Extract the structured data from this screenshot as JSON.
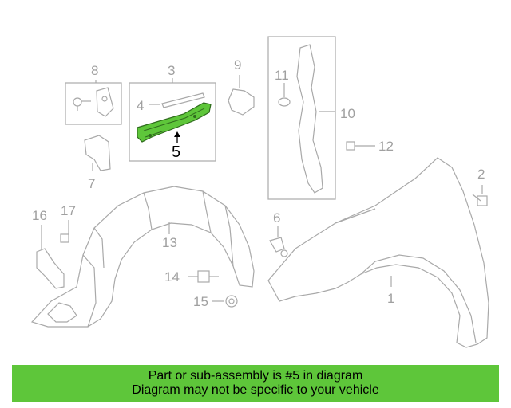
{
  "callouts": {
    "c1": "1",
    "c2": "2",
    "c3": "3",
    "c4": "4",
    "c5": "5",
    "c6": "6",
    "c7": "7",
    "c8": "8",
    "c9": "9",
    "c10": "10",
    "c11": "11",
    "c12": "12",
    "c13": "13",
    "c14": "14",
    "c15": "15",
    "c16": "16",
    "c17": "17"
  },
  "highlight_color": "#5ec63a",
  "banner": {
    "line1": "Part or sub-assembly is #5 in diagram",
    "line2": "Diagram may not be specific to your vehicle"
  }
}
